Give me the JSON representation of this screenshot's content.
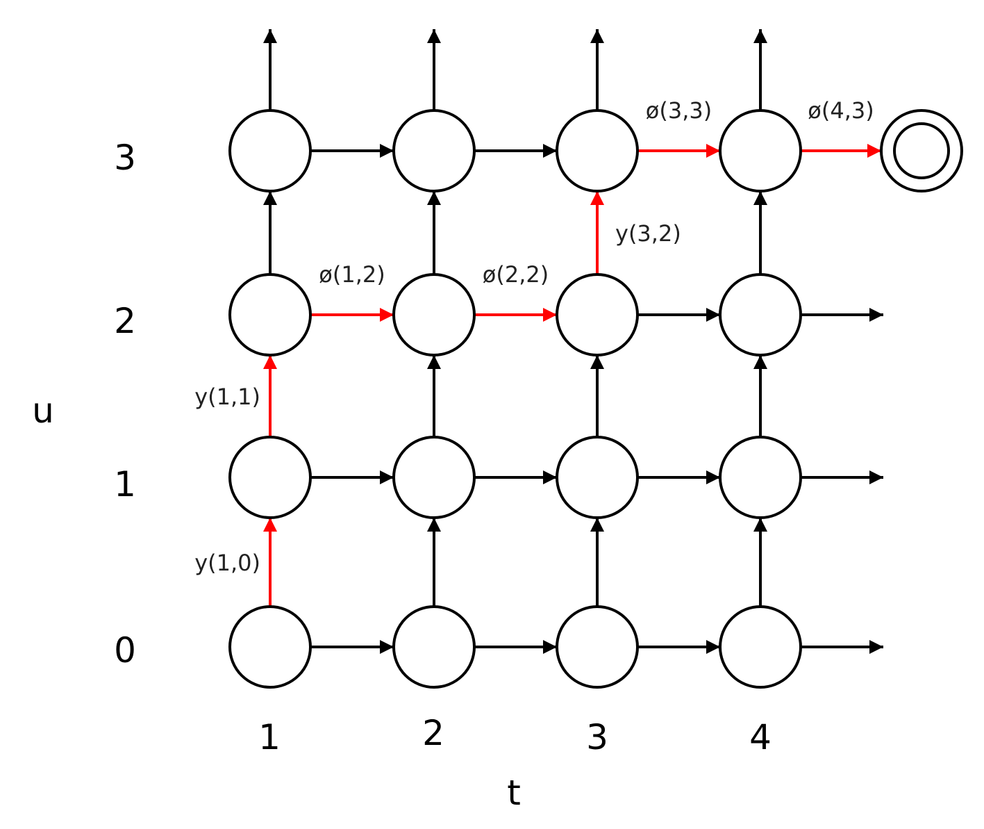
{
  "colors": {
    "default_edge": "#000000",
    "highlight_edge": "#ff0000",
    "node_stroke": "#000000",
    "node_fill": "#ffffff"
  },
  "axes": {
    "x_label": "t",
    "y_label": "u",
    "t_ticks": [
      "1",
      "2",
      "3",
      "4"
    ],
    "u_ticks": [
      "0",
      "1",
      "2",
      "3"
    ]
  },
  "nodes": [
    {
      "t": 1,
      "u": 0
    },
    {
      "t": 2,
      "u": 0
    },
    {
      "t": 3,
      "u": 0
    },
    {
      "t": 4,
      "u": 0
    },
    {
      "t": 1,
      "u": 1
    },
    {
      "t": 2,
      "u": 1
    },
    {
      "t": 3,
      "u": 1
    },
    {
      "t": 4,
      "u": 1
    },
    {
      "t": 1,
      "u": 2
    },
    {
      "t": 2,
      "u": 2
    },
    {
      "t": 3,
      "u": 2
    },
    {
      "t": 4,
      "u": 2
    },
    {
      "t": 1,
      "u": 3
    },
    {
      "t": 2,
      "u": 3
    },
    {
      "t": 3,
      "u": 3
    },
    {
      "t": 4,
      "u": 3
    }
  ],
  "final_node": {
    "after_t": 4,
    "u": 3,
    "shape": "double-circle"
  },
  "edges": [
    {
      "type": "horizontal",
      "t": 1,
      "u": 0,
      "highlight": false,
      "label": ""
    },
    {
      "type": "horizontal",
      "t": 2,
      "u": 0,
      "highlight": false,
      "label": ""
    },
    {
      "type": "horizontal",
      "t": 3,
      "u": 0,
      "highlight": false,
      "label": ""
    },
    {
      "type": "horizontal",
      "t": 4,
      "u": 0,
      "highlight": false,
      "label": ""
    },
    {
      "type": "horizontal",
      "t": 1,
      "u": 1,
      "highlight": false,
      "label": ""
    },
    {
      "type": "horizontal",
      "t": 2,
      "u": 1,
      "highlight": false,
      "label": ""
    },
    {
      "type": "horizontal",
      "t": 3,
      "u": 1,
      "highlight": false,
      "label": ""
    },
    {
      "type": "horizontal",
      "t": 4,
      "u": 1,
      "highlight": false,
      "label": ""
    },
    {
      "type": "horizontal",
      "t": 1,
      "u": 2,
      "highlight": true,
      "label": "ø(1,2)"
    },
    {
      "type": "horizontal",
      "t": 2,
      "u": 2,
      "highlight": true,
      "label": "ø(2,2)"
    },
    {
      "type": "horizontal",
      "t": 3,
      "u": 2,
      "highlight": false,
      "label": ""
    },
    {
      "type": "horizontal",
      "t": 4,
      "u": 2,
      "highlight": false,
      "label": ""
    },
    {
      "type": "horizontal",
      "t": 1,
      "u": 3,
      "highlight": false,
      "label": ""
    },
    {
      "type": "horizontal",
      "t": 2,
      "u": 3,
      "highlight": false,
      "label": ""
    },
    {
      "type": "horizontal",
      "t": 3,
      "u": 3,
      "highlight": true,
      "label": "ø(3,3)"
    },
    {
      "type": "horizontal",
      "t": 4,
      "u": 3,
      "highlight": true,
      "label": "ø(4,3)"
    },
    {
      "type": "vertical",
      "t": 1,
      "u": 0,
      "highlight": true,
      "label": "y(1,0)"
    },
    {
      "type": "vertical",
      "t": 2,
      "u": 0,
      "highlight": false,
      "label": ""
    },
    {
      "type": "vertical",
      "t": 3,
      "u": 0,
      "highlight": false,
      "label": ""
    },
    {
      "type": "vertical",
      "t": 4,
      "u": 0,
      "highlight": false,
      "label": ""
    },
    {
      "type": "vertical",
      "t": 1,
      "u": 1,
      "highlight": true,
      "label": "y(1,1)"
    },
    {
      "type": "vertical",
      "t": 2,
      "u": 1,
      "highlight": false,
      "label": ""
    },
    {
      "type": "vertical",
      "t": 3,
      "u": 1,
      "highlight": false,
      "label": ""
    },
    {
      "type": "vertical",
      "t": 4,
      "u": 1,
      "highlight": false,
      "label": ""
    },
    {
      "type": "vertical",
      "t": 1,
      "u": 2,
      "highlight": false,
      "label": ""
    },
    {
      "type": "vertical",
      "t": 2,
      "u": 2,
      "highlight": false,
      "label": ""
    },
    {
      "type": "vertical",
      "t": 3,
      "u": 2,
      "highlight": true,
      "label": "y(3,2)"
    },
    {
      "type": "vertical",
      "t": 4,
      "u": 2,
      "highlight": false,
      "label": ""
    },
    {
      "type": "vertical",
      "t": 1,
      "u": 3,
      "highlight": false,
      "label": ""
    },
    {
      "type": "vertical",
      "t": 2,
      "u": 3,
      "highlight": false,
      "label": ""
    },
    {
      "type": "vertical",
      "t": 3,
      "u": 3,
      "highlight": false,
      "label": ""
    },
    {
      "type": "vertical",
      "t": 4,
      "u": 3,
      "highlight": false,
      "label": ""
    }
  ]
}
